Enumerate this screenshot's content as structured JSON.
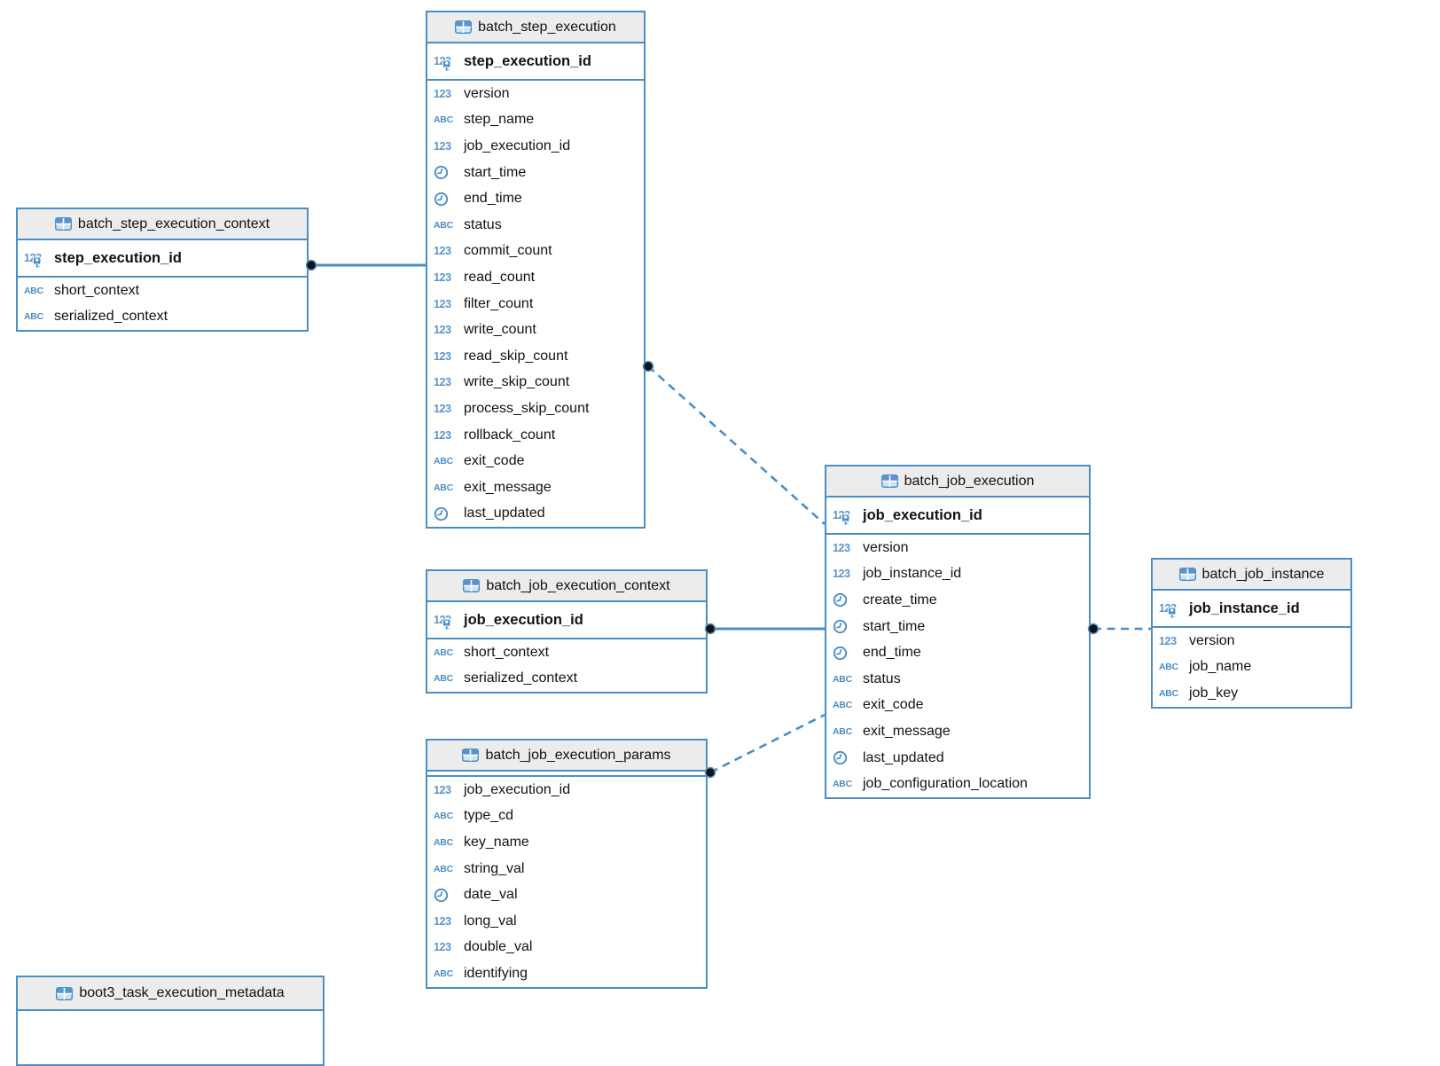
{
  "diagram": {
    "colors": {
      "line_blue": "#4a8ec6",
      "icon_blue": "#5b94cc",
      "header_fill": "#ececec",
      "connector_dot": "#141414",
      "background": "#ffffff"
    },
    "tables": [
      {
        "id": "batch_step_execution",
        "title": "batch_step_execution",
        "primary_key": {
          "name": "step_execution_id",
          "type": "number"
        },
        "columns": [
          {
            "name": "version",
            "type": "number"
          },
          {
            "name": "step_name",
            "type": "text"
          },
          {
            "name": "job_execution_id",
            "type": "number"
          },
          {
            "name": "start_time",
            "type": "datetime"
          },
          {
            "name": "end_time",
            "type": "datetime"
          },
          {
            "name": "status",
            "type": "text"
          },
          {
            "name": "commit_count",
            "type": "number"
          },
          {
            "name": "read_count",
            "type": "number"
          },
          {
            "name": "filter_count",
            "type": "number"
          },
          {
            "name": "write_count",
            "type": "number"
          },
          {
            "name": "read_skip_count",
            "type": "number"
          },
          {
            "name": "write_skip_count",
            "type": "number"
          },
          {
            "name": "process_skip_count",
            "type": "number"
          },
          {
            "name": "rollback_count",
            "type": "number"
          },
          {
            "name": "exit_code",
            "type": "text"
          },
          {
            "name": "exit_message",
            "type": "text"
          },
          {
            "name": "last_updated",
            "type": "datetime"
          }
        ]
      },
      {
        "id": "batch_step_execution_context",
        "title": "batch_step_execution_context",
        "primary_key": {
          "name": "step_execution_id",
          "type": "number"
        },
        "columns": [
          {
            "name": "short_context",
            "type": "text"
          },
          {
            "name": "serialized_context",
            "type": "text"
          }
        ]
      },
      {
        "id": "batch_job_execution",
        "title": "batch_job_execution",
        "primary_key": {
          "name": "job_execution_id",
          "type": "number"
        },
        "columns": [
          {
            "name": "version",
            "type": "number"
          },
          {
            "name": "job_instance_id",
            "type": "number"
          },
          {
            "name": "create_time",
            "type": "datetime"
          },
          {
            "name": "start_time",
            "type": "datetime"
          },
          {
            "name": "end_time",
            "type": "datetime"
          },
          {
            "name": "status",
            "type": "text"
          },
          {
            "name": "exit_code",
            "type": "text"
          },
          {
            "name": "exit_message",
            "type": "text"
          },
          {
            "name": "last_updated",
            "type": "datetime"
          },
          {
            "name": "job_configuration_location",
            "type": "text"
          }
        ]
      },
      {
        "id": "batch_job_execution_context",
        "title": "batch_job_execution_context",
        "primary_key": {
          "name": "job_execution_id",
          "type": "number"
        },
        "columns": [
          {
            "name": "short_context",
            "type": "text"
          },
          {
            "name": "serialized_context",
            "type": "text"
          }
        ]
      },
      {
        "id": "batch_job_execution_params",
        "title": "batch_job_execution_params",
        "primary_key": null,
        "columns": [
          {
            "name": "job_execution_id",
            "type": "number"
          },
          {
            "name": "type_cd",
            "type": "text"
          },
          {
            "name": "key_name",
            "type": "text"
          },
          {
            "name": "string_val",
            "type": "text"
          },
          {
            "name": "date_val",
            "type": "datetime"
          },
          {
            "name": "long_val",
            "type": "number"
          },
          {
            "name": "double_val",
            "type": "number"
          },
          {
            "name": "identifying",
            "type": "text"
          }
        ]
      },
      {
        "id": "batch_job_instance",
        "title": "batch_job_instance",
        "primary_key": {
          "name": "job_instance_id",
          "type": "number"
        },
        "columns": [
          {
            "name": "version",
            "type": "number"
          },
          {
            "name": "job_name",
            "type": "text"
          },
          {
            "name": "job_key",
            "type": "text"
          }
        ]
      },
      {
        "id": "boot3_task_execution_metadata",
        "title": "boot3_task_execution_metadata",
        "primary_key": null,
        "columns": []
      }
    ],
    "relations": [
      {
        "from": "batch_step_execution_context",
        "to": "batch_step_execution",
        "line": "solid"
      },
      {
        "from": "batch_step_execution",
        "to": "batch_job_execution",
        "line": "dashed"
      },
      {
        "from": "batch_job_execution_context",
        "to": "batch_job_execution",
        "line": "solid"
      },
      {
        "from": "batch_job_execution_params",
        "to": "batch_job_execution",
        "line": "dashed"
      },
      {
        "from": "batch_job_execution",
        "to": "batch_job_instance",
        "line": "dashed"
      }
    ]
  }
}
